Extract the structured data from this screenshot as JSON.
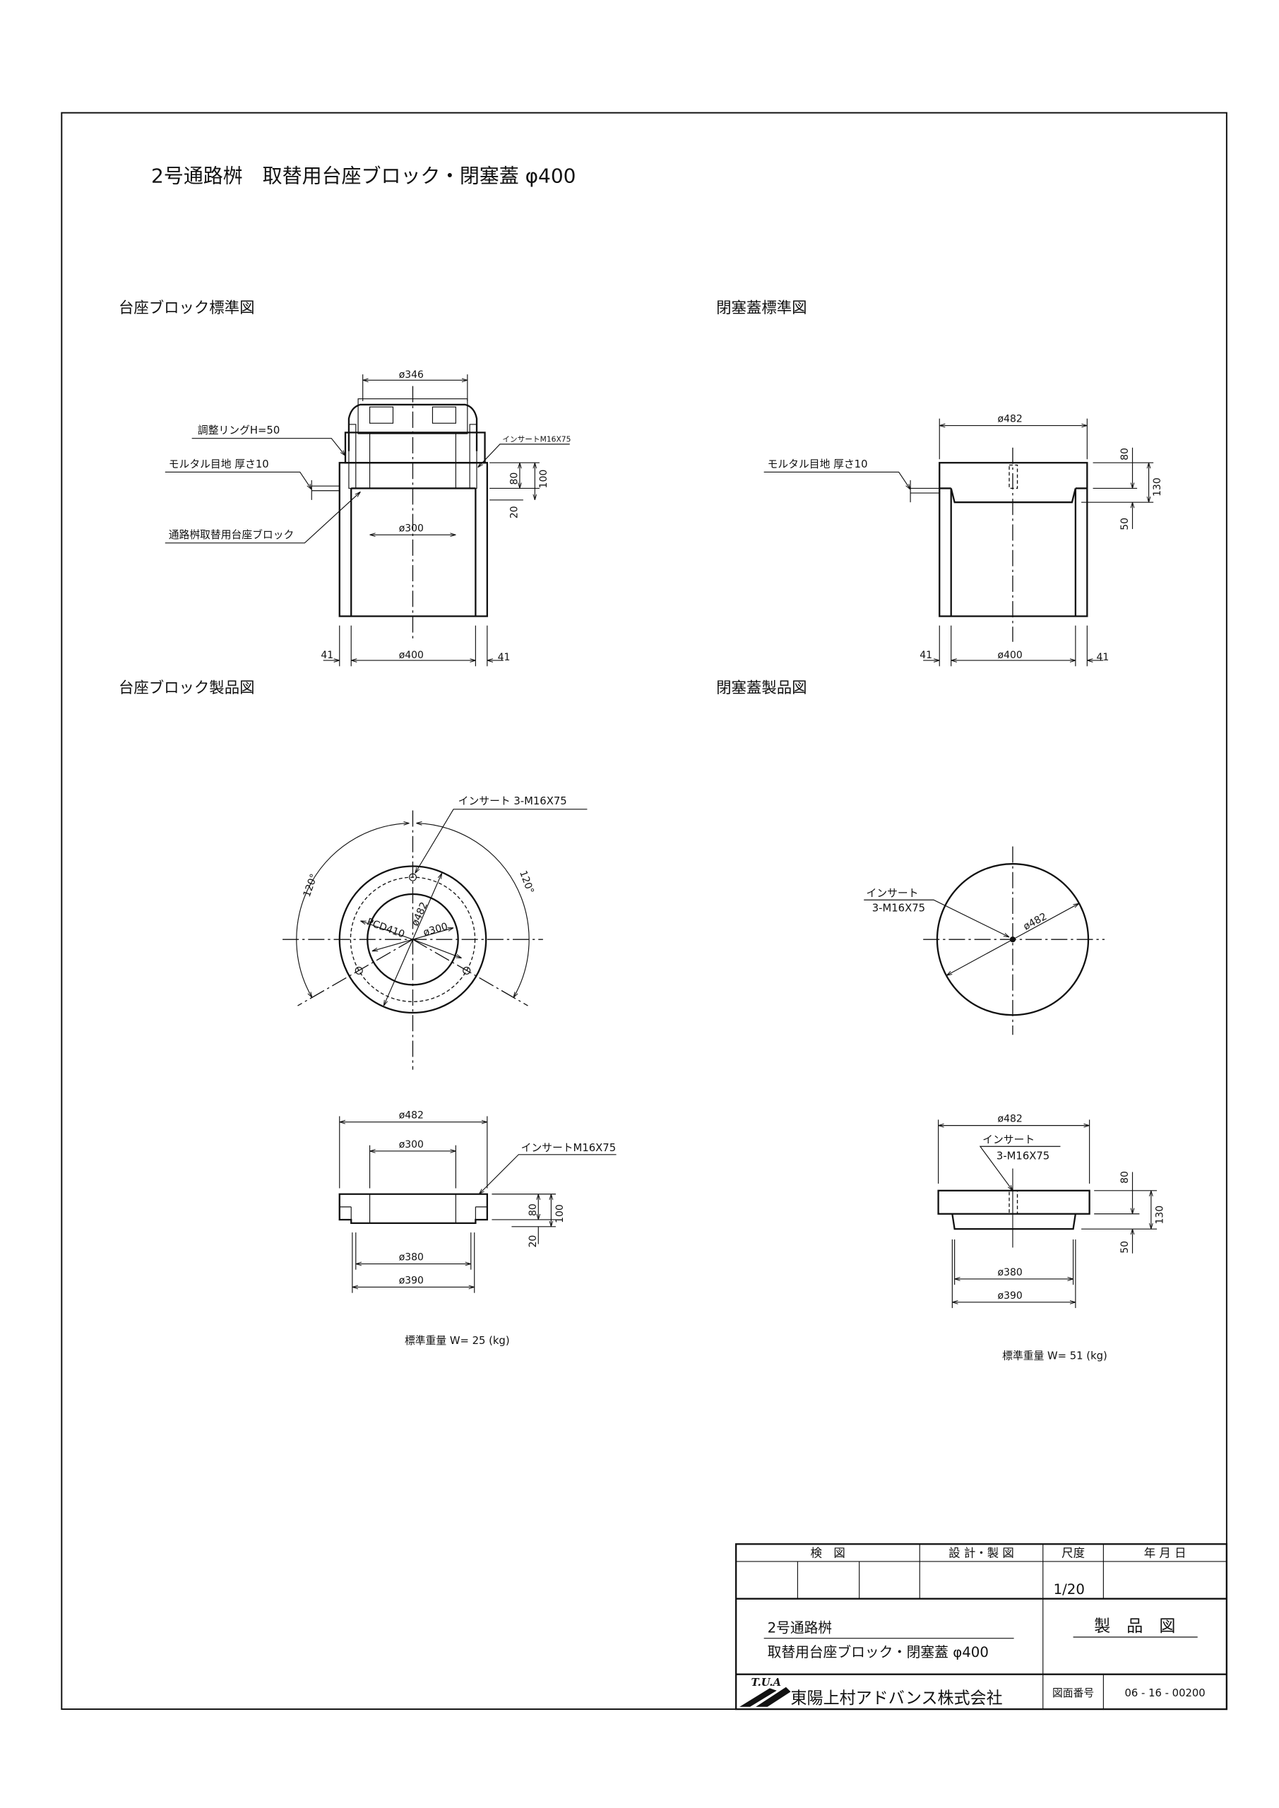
{
  "title": "2号通路桝　取替用台座ブロック・閉塞蓋 φ400",
  "sections": {
    "base_standard": "台座ブロック標準図",
    "cover_standard": "閉塞蓋標準図",
    "base_product": "台座ブロック製品図",
    "cover_product": "閉塞蓋製品図"
  },
  "base_standard": {
    "dim_top": "ø346",
    "dim_inner": "ø300",
    "dim_bottom": "ø400",
    "dim_left": "41",
    "dim_right": "41",
    "dim_80": "80",
    "dim_100": "100",
    "dim_20": "20",
    "note_ring": "調整リングH=50",
    "note_mortar": "モルタル目地 厚さ10",
    "note_block": "通路桝取替用台座ブロック",
    "note_insert": "インサートM16X75"
  },
  "cover_standard": {
    "dim_top": "ø482",
    "dim_bottom": "ø400",
    "dim_left": "41",
    "dim_right": "41",
    "dim_80": "80",
    "dim_130": "130",
    "dim_50": "50",
    "note_mortar": "モルタル目地 厚さ10"
  },
  "base_product": {
    "plan_insert": "インサート 3-M16X75",
    "angle_left": "120°",
    "angle_right": "120°",
    "pcd": "PCD410",
    "dia_outer": "ø482",
    "dia_inner": "ø300",
    "elev_top": "ø482",
    "elev_inner": "ø300",
    "elev_insert": "インサートM16X75",
    "elev_380": "ø380",
    "elev_390": "ø390",
    "elev_80": "80",
    "elev_100": "100",
    "elev_20": "20",
    "weight": "標準重量 W= 25 (kg)"
  },
  "cover_product": {
    "plan_insert_1": "インサート",
    "plan_insert_2": "3-M16X75",
    "plan_dia": "ø482",
    "elev_top": "ø482",
    "elev_insert_1": "インサート",
    "elev_insert_2": "3-M16X75",
    "elev_380": "ø380",
    "elev_390": "ø390",
    "elev_80": "80",
    "elev_130": "130",
    "elev_50": "50",
    "weight": "標準重量 W= 51 (kg)"
  },
  "title_block": {
    "check": "検　図",
    "design": "設 計・製 図",
    "scale_label": "尺度",
    "date_label": "年 月 日",
    "scale": "1/20",
    "name_line1": "2号通路桝",
    "name_line2": "取替用台座ブロック・閉塞蓋 φ400",
    "doc_type": "製　品　図",
    "logo_text": "T.U.A",
    "company": "東陽上村アドバンス株式会社",
    "drawing_no_label": "図面番号",
    "drawing_no": "06 - 16 - 00200"
  }
}
